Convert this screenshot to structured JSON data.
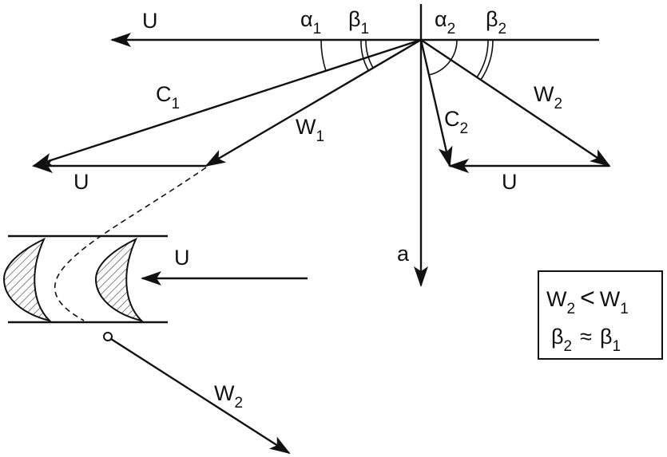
{
  "labels": {
    "u_top": "U",
    "alpha": "α",
    "beta": "β",
    "sub_1": "1",
    "sub_2": "2",
    "c": "C",
    "w": "W",
    "u_left": "U",
    "u_right": "U",
    "axis_a": "a",
    "u_cascade": "U"
  },
  "relation_box": {
    "line1_lhs": "W",
    "line1_lhs_sub": "2",
    "line1_op": "<",
    "line1_rhs": "W",
    "line1_rhs_sub": "1",
    "line2_lhs": "β",
    "line2_lhs_sub": "2",
    "line2_op": "≈",
    "line2_rhs": "β",
    "line2_rhs_sub": "1"
  },
  "colors": {
    "ink": "#111111",
    "hatch": "#444444",
    "background": "#ffffff"
  }
}
